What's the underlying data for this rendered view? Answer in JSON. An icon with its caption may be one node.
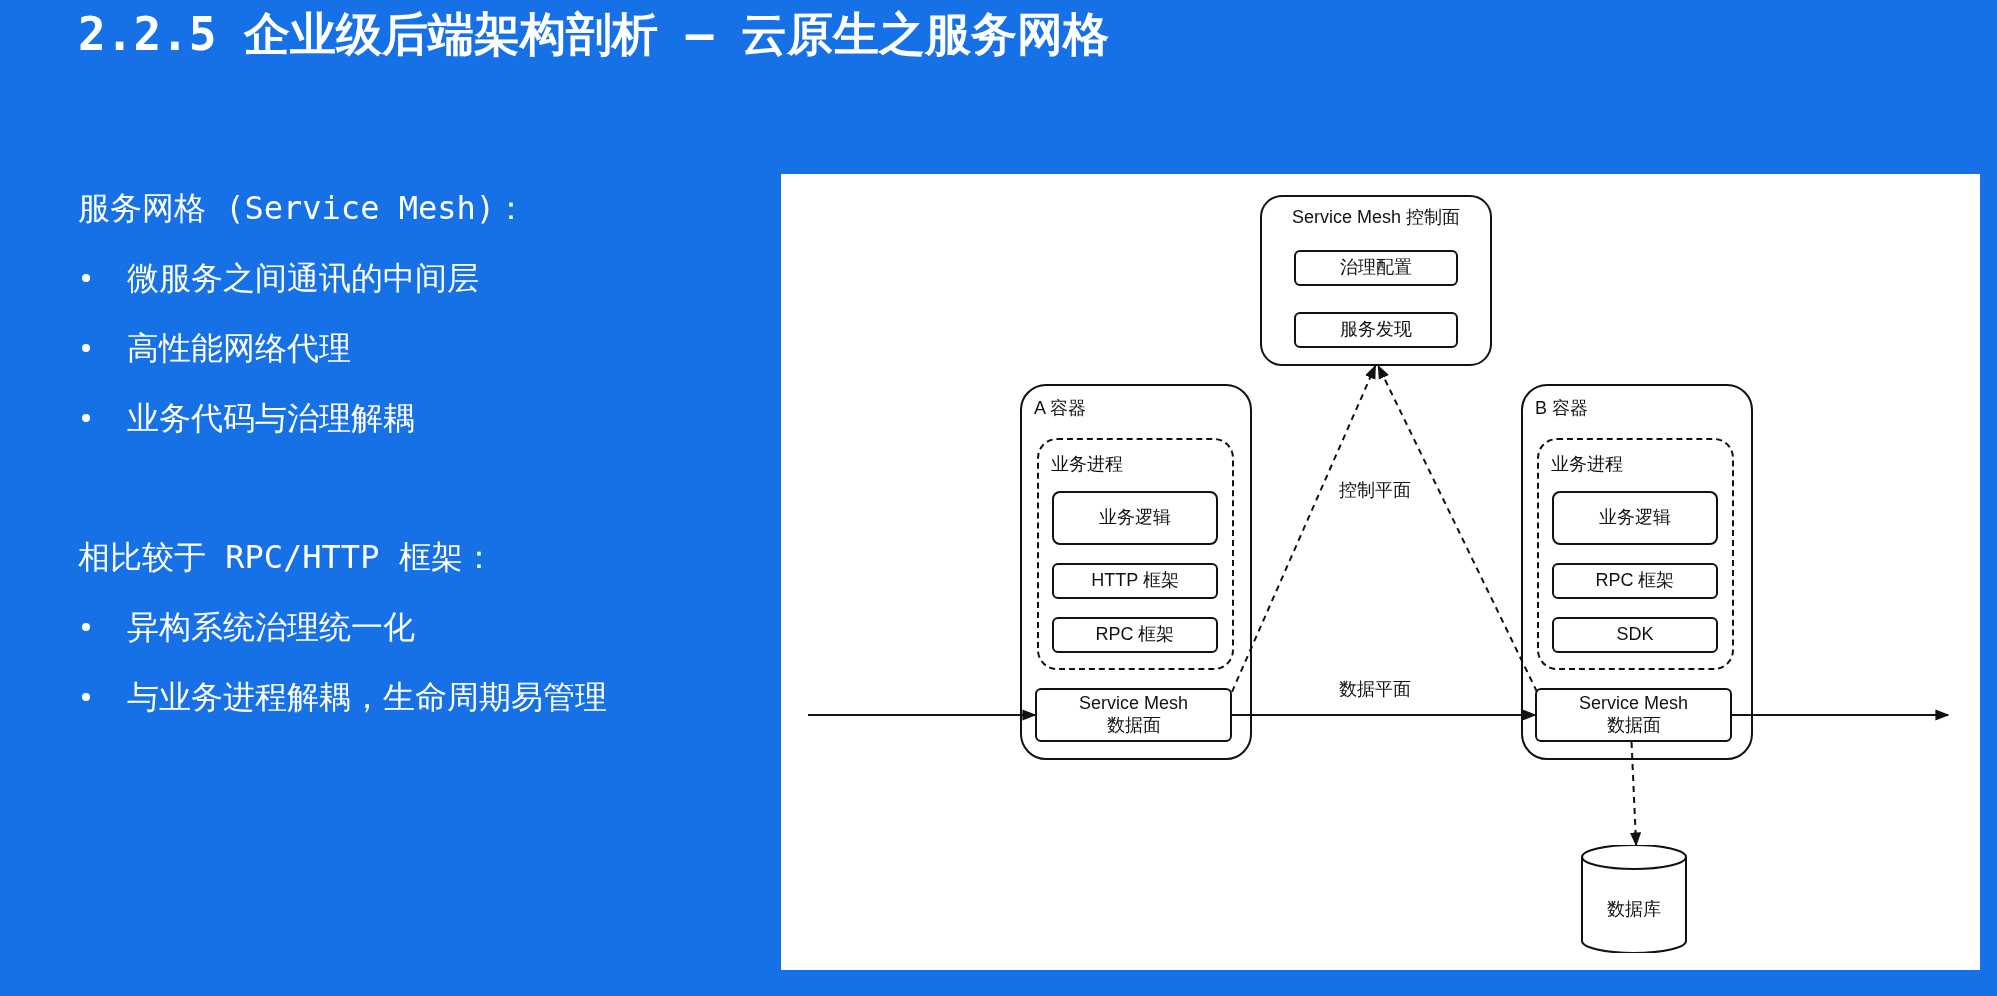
{
  "diagram": {
    "title": "2.2.5 企业级后端架构剖析 – 云原生之服务网格",
    "nodes": [
      {
        "text": [
          "Service Mesh 控制面"
        ]
      },
      {
        "text": [
          "治理配置"
        ],
        "in": 0
      },
      {
        "text": [
          "服务发现"
        ],
        "in": 0
      },
      {
        "text": [
          "A 容器"
        ]
      },
      {
        "text": [
          "业务进程"
        ],
        "in": 3
      },
      {
        "text": [
          "业务逻辑"
        ],
        "in": 4
      },
      {
        "text": [
          "HTTP 框架"
        ],
        "in": 4
      },
      {
        "text": [
          "RPC 框架"
        ],
        "in": 4
      },
      {
        "text": [
          "Service Mesh 数据面"
        ],
        "in": 3
      },
      {
        "text": [
          "B 容器"
        ]
      },
      {
        "text": [
          "业务进程"
        ],
        "in": 9
      },
      {
        "text": [
          "业务逻辑"
        ],
        "in": 10
      },
      {
        "text": [
          "RPC 框架"
        ],
        "in": 10
      },
      {
        "text": [
          "SDK"
        ],
        "in": 10
      },
      {
        "text": [
          "Service Mesh 数据面"
        ],
        "in": 9
      },
      {
        "text": [
          "数据库"
        ]
      }
    ],
    "edges": [
      {
        "from": null,
        "to": 8,
        "arrow": "to"
      },
      {
        "from": 8,
        "to": 14,
        "arrow": "to",
        "label": "数据平面"
      },
      {
        "from": 14,
        "to": null,
        "arrow": "to"
      },
      {
        "from": 8,
        "to": 0,
        "arrow": "to",
        "style": "dashed"
      },
      {
        "from": 14,
        "to": 0,
        "arrow": "to",
        "style": "dashed"
      },
      {
        "from": 14,
        "to": 15,
        "arrow": "to",
        "style": "dashed"
      }
    ],
    "labels": [
      "服务网格 (Service Mesh)：",
      "微服务之间通讯的中间层",
      "高性能网络代理",
      "业务代码与治理解耦",
      "相比较于 RPC/HTTP 框架：",
      "异构系统治理统一化",
      "与业务进程解耦，生命周期易管理",
      "控制平面"
    ]
  }
}
